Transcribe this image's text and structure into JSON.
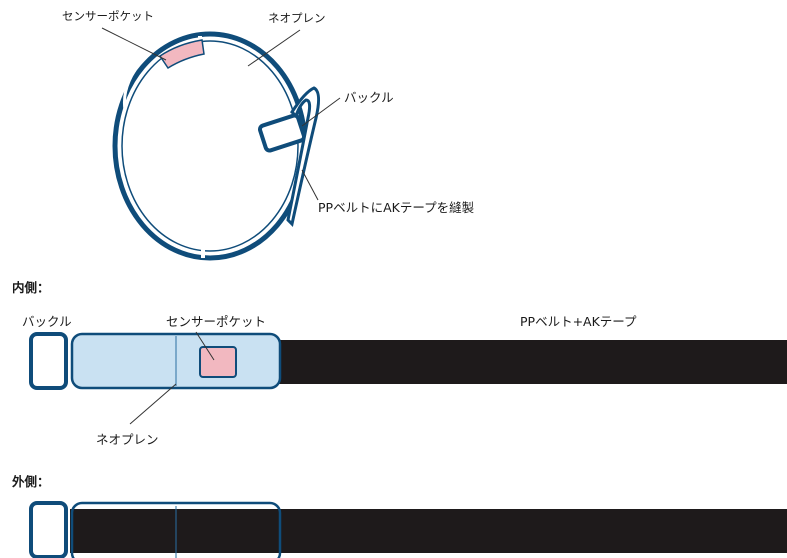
{
  "top_diagram": {
    "labels": {
      "sensor_pocket": "センサーポケット",
      "neoprene": "ネオプレン",
      "buckle": "バックル",
      "pp_belt_sewn": "PPベルトにAKテープを縫製"
    }
  },
  "inner_side": {
    "header": "内側：",
    "labels": {
      "buckle": "バックル",
      "sensor_pocket": "センサーポケット",
      "pp_belt_ak_tape": "PPベルト+AKテープ",
      "neoprene": "ネオプレン"
    }
  },
  "outer_side": {
    "header": "外側："
  },
  "colors": {
    "outline_blue": "#0f4c7a",
    "neoprene_fill": "#c9e1f2",
    "pocket_fill": "#f2b8c0",
    "belt_black": "#1e1a1b"
  }
}
